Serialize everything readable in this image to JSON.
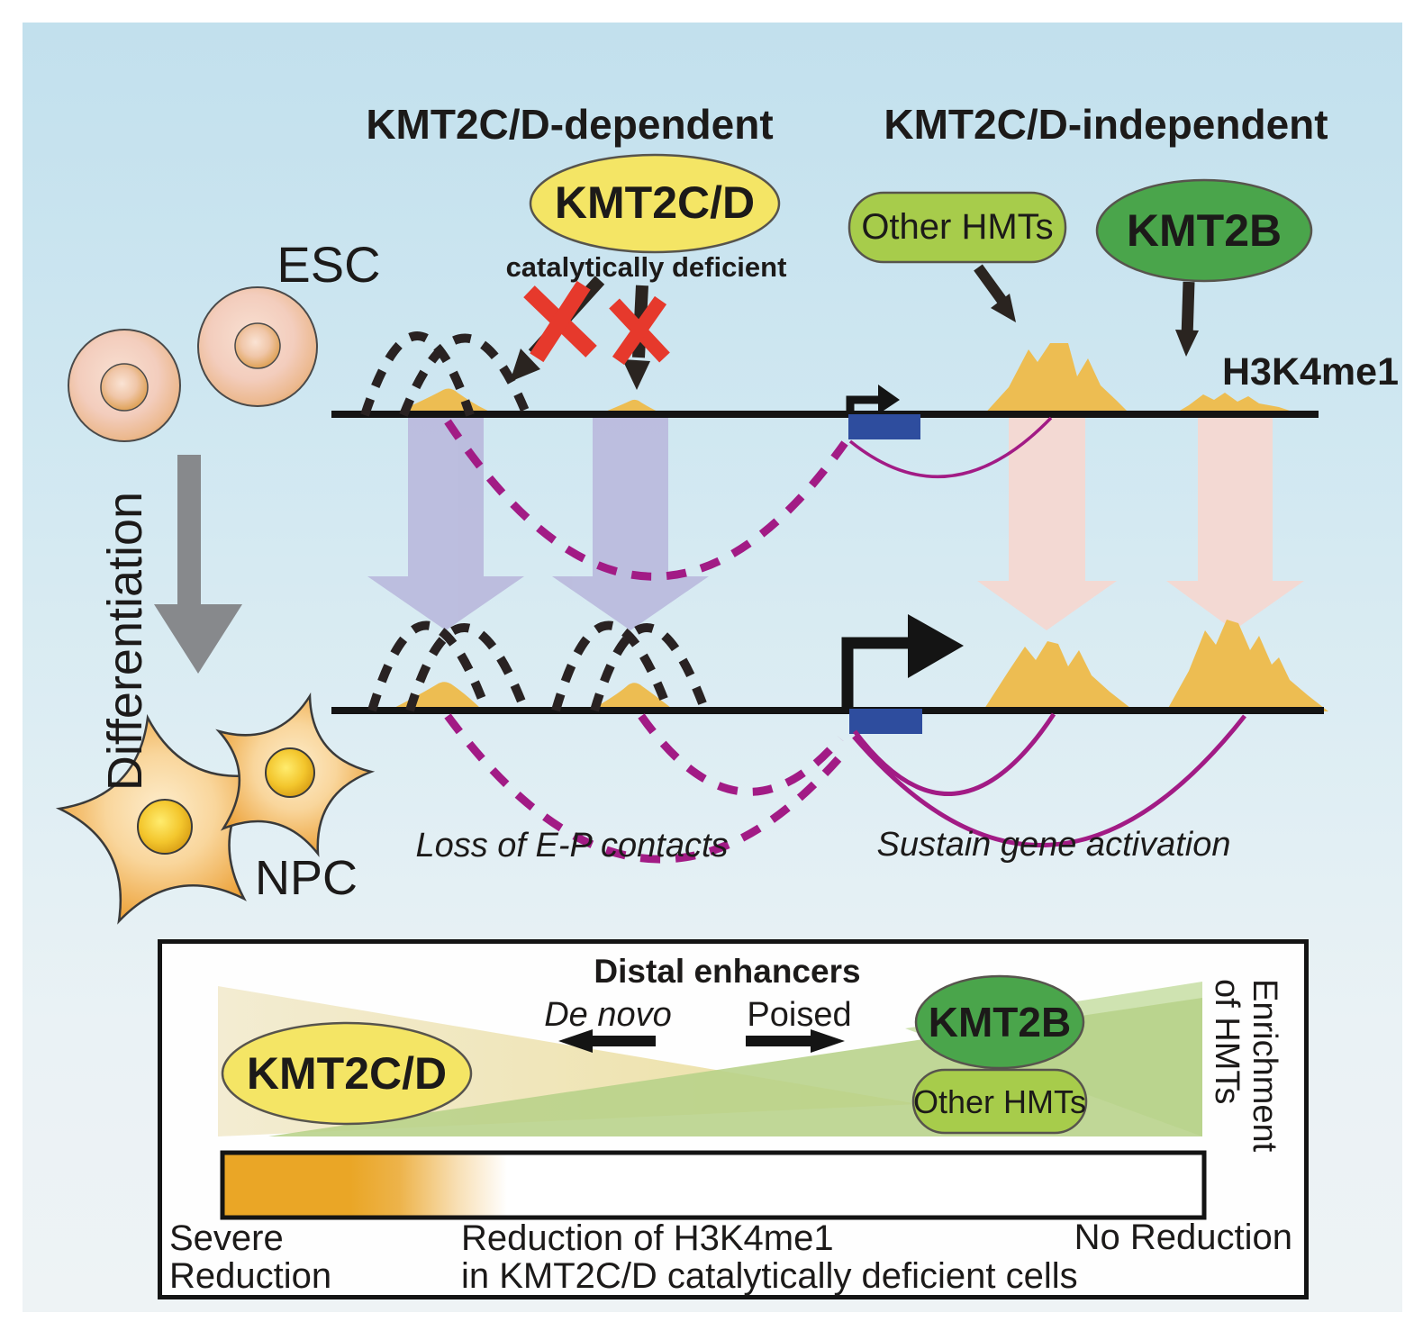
{
  "header": {
    "dependent": "KMT2C/D-dependent",
    "independent": "KMT2C/D-independent"
  },
  "cells": {
    "esc_label": "ESC",
    "npc_label": "NPC",
    "differentiation_label": "Differentiation"
  },
  "factors": {
    "kmt2cd": "KMT2C/D",
    "catalytically_deficient": "catalytically deficient",
    "other_hmts": "Other HMTs",
    "kmt2b": "KMT2B",
    "h3k4me1": "H3K4me1"
  },
  "annotations": {
    "loss_of_contacts": "Loss of E-P contacts",
    "sustain_activation": "Sustain gene activation"
  },
  "legend_box": {
    "title": "Distal enhancers",
    "de_novo": "De novo",
    "poised": "Poised",
    "kmt2cd": "KMT2C/D",
    "kmt2b": "KMT2B",
    "other_hmts": "Other HMTs",
    "enrichment_line1": "Enrichment",
    "enrichment_line2": "of HMTs",
    "severe_line1": "Severe",
    "severe_line2": "Reduction",
    "caption_line1": "Reduction of H3K4me1",
    "caption_line2": "in KMT2C/D catalytically deficient cells",
    "no_reduction": "No Reduction"
  },
  "colors": {
    "bg_top": "#c2e0ed",
    "bg_bottom": "#eef3f5",
    "track": "#141414",
    "peak_orange": "#edbd52",
    "promoter_blue": "#2e4d9e",
    "contact_magenta": "#a21b85",
    "fade_arrow_lavender": "#babadd",
    "keep_arrow_pink": "#f3d9d3",
    "cross_red": "#e6392c",
    "kmt2cd_yellow": "#f4e565",
    "other_hmts_green": "#a7cc4b",
    "kmt2b_green": "#4aa54b",
    "differentiation_gray": "#87898c",
    "triangle_yellow": "#eee3ae",
    "triangle_green": "#b7d189",
    "triangle_green_light": "#cfe3b1",
    "bar_orange": "#eaa626",
    "text": "#1c1a19"
  }
}
